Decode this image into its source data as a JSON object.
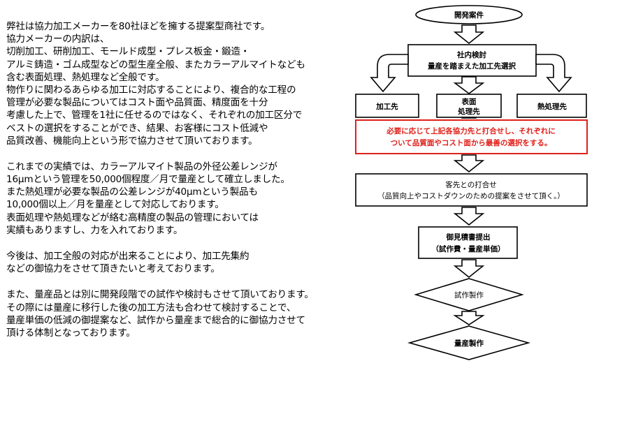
{
  "description_paragraphs": [
    {
      "lines": [
        "弊社は協力加工メーカーを80社ほどを擁する提案型商社です。",
        "協力メーカーの内訳は、",
        "切削加工、研削加工、モールド成型・プレス板金・鍛造・",
        "アルミ鋳造・ゴム成型などの型生産全般、またカラーアルマイトなども",
        "含む表面処理、熱処理など全般です。",
        "物作りに関わるあらゆる加工に対応することにより、複合的な工程の",
        "管理が必要な製品についてはコスト面や品質面、精度面を十分",
        "考慮した上で、管理を1社に任せるのではなく、それぞれの加工区分で",
        "ベストの選択をすることができ、結果、お客様にコスト低減や",
        "品質改善、機能向上という形で協力させて頂いております。"
      ]
    },
    {
      "lines": [
        "これまでの実績では、カラーアルマイト製品の外径公差レンジが",
        "16μmという管理を50,000個程度／月で量産として確立しました。",
        "また熱処理が必要な製品の公差レンジが40μmという製品も",
        "10,000個以上／月を量産として対応しております。",
        "表面処理や熱処理などが絡む高精度の製品の管理においては",
        "実績もありますし、力を入れております。"
      ]
    },
    {
      "lines": [
        "今後は、加工全般の対応が出来ることにより、加工先集約",
        "などの御協力をさせて頂きたいと考えております。"
      ]
    },
    {
      "lines": [
        "また、量産品とは別に開発段階での試作や検討もさせて頂いております。",
        "その際には量産に移行した後の加工方法も合わせて検討することで、",
        "量産単価の低減の御提案など、試作から量産まで総合的に御協力させて",
        "頂ける体制となっております。"
      ]
    }
  ],
  "flowchart": {
    "start": "開発案件",
    "internal_review": [
      "社内検討",
      "量産を踏まえた加工先選択"
    ],
    "branches": {
      "processing": "加工先",
      "surface": [
        "表面",
        "処理先"
      ],
      "heat": "熱処理先"
    },
    "coordination_note": [
      "必要に応じて上記各協力先と打合せし、それぞれに",
      "ついて品質面やコスト面から最善の選択をする。"
    ],
    "customer_meeting": [
      "客先との打合せ",
      "（品質向上やコストダウンのための提案をさせて頂く。）"
    ],
    "quotation": [
      "御見積書提出",
      "（試作費・量産単価）"
    ],
    "prototype": "試作製作",
    "mass_production": "量産製作",
    "accent_color": "#e0201a"
  }
}
